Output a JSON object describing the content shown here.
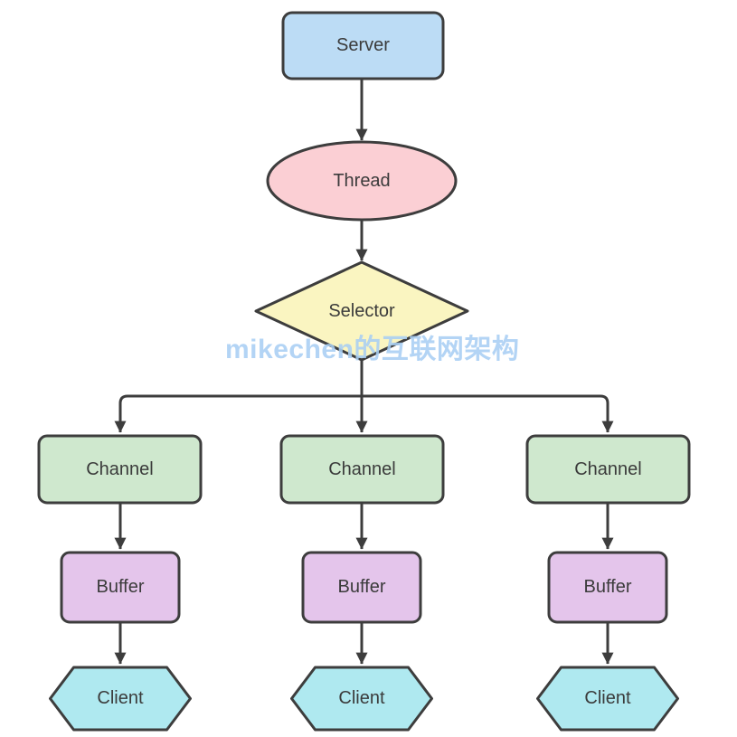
{
  "diagram": {
    "watermark": {
      "text": "mikechen的互联网架构",
      "color": "#a9cff4"
    },
    "colors": {
      "outline": "#3d3d3d",
      "label_text": "#3b3b3b",
      "server_fill": "#bcdcf5",
      "thread_fill": "#fbcfd4",
      "selector_fill": "#faf5c1",
      "channel_fill": "#cfe8ce",
      "buffer_fill": "#e4c5eb",
      "client_fill": "#afe9f0"
    },
    "nodes": {
      "server": {
        "label": "Server"
      },
      "thread": {
        "label": "Thread"
      },
      "selector": {
        "label": "Selector"
      },
      "channels": [
        {
          "label": "Channel"
        },
        {
          "label": "Channel"
        },
        {
          "label": "Channel"
        }
      ],
      "buffers": [
        {
          "label": "Buffer"
        },
        {
          "label": "Buffer"
        },
        {
          "label": "Buffer"
        }
      ],
      "clients": [
        {
          "label": "Client"
        },
        {
          "label": "Client"
        },
        {
          "label": "Client"
        }
      ]
    }
  }
}
